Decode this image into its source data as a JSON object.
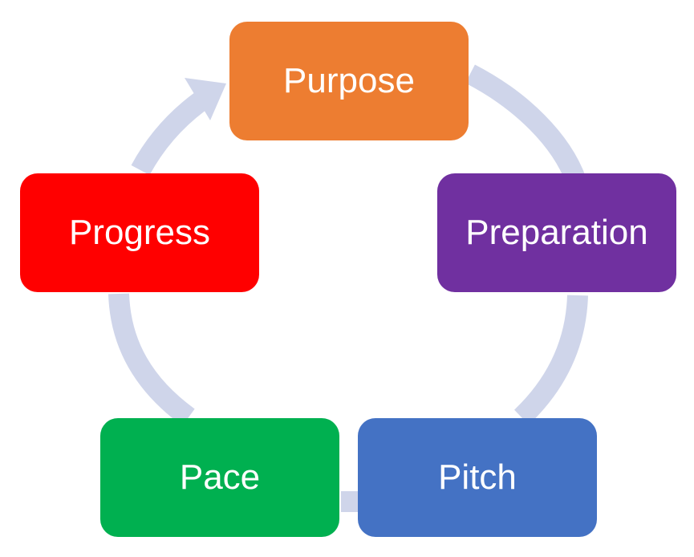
{
  "diagram": {
    "type": "cycle",
    "arrow_color": "#cfd5ea",
    "nodes": [
      {
        "label": "Purpose",
        "color": "#ed7d31"
      },
      {
        "label": "Preparation",
        "color": "#7030a0"
      },
      {
        "label": "Pitch",
        "color": "#4472c4"
      },
      {
        "label": "Pace",
        "color": "#00b050"
      },
      {
        "label": "Progress",
        "color": "#ff0000"
      }
    ]
  }
}
